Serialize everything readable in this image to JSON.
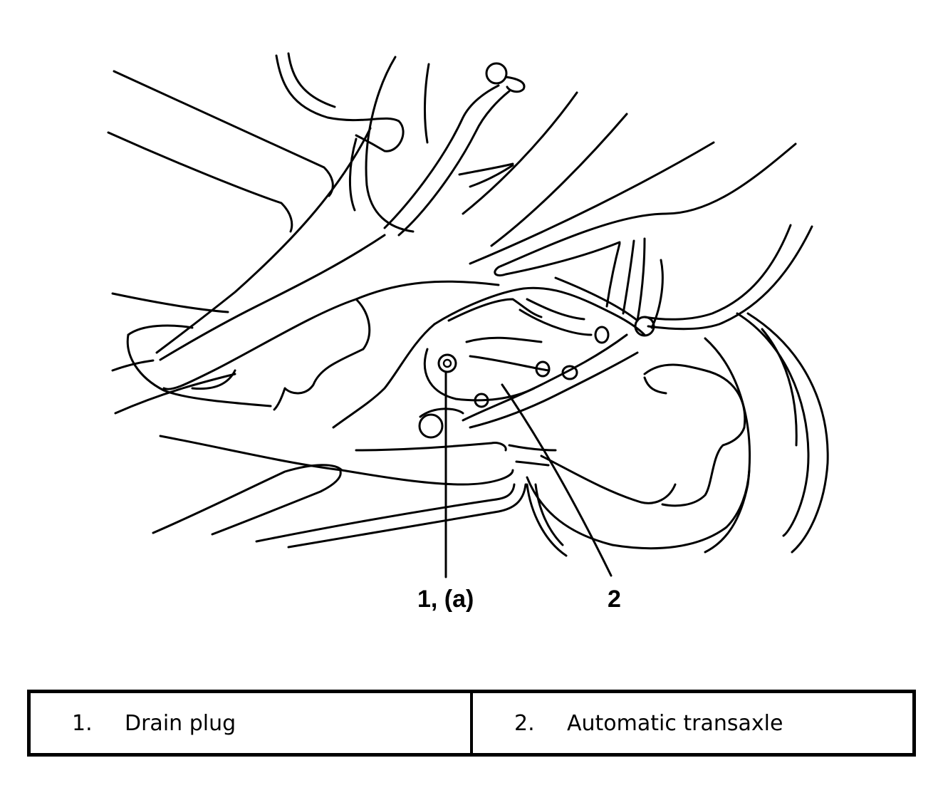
{
  "callouts": {
    "drain_plug": "1, (a)",
    "transaxle": "2"
  },
  "legend": {
    "items": [
      {
        "number": "1.",
        "label": "Drain plug"
      },
      {
        "number": "2.",
        "label": "Automatic transaxle"
      }
    ]
  }
}
